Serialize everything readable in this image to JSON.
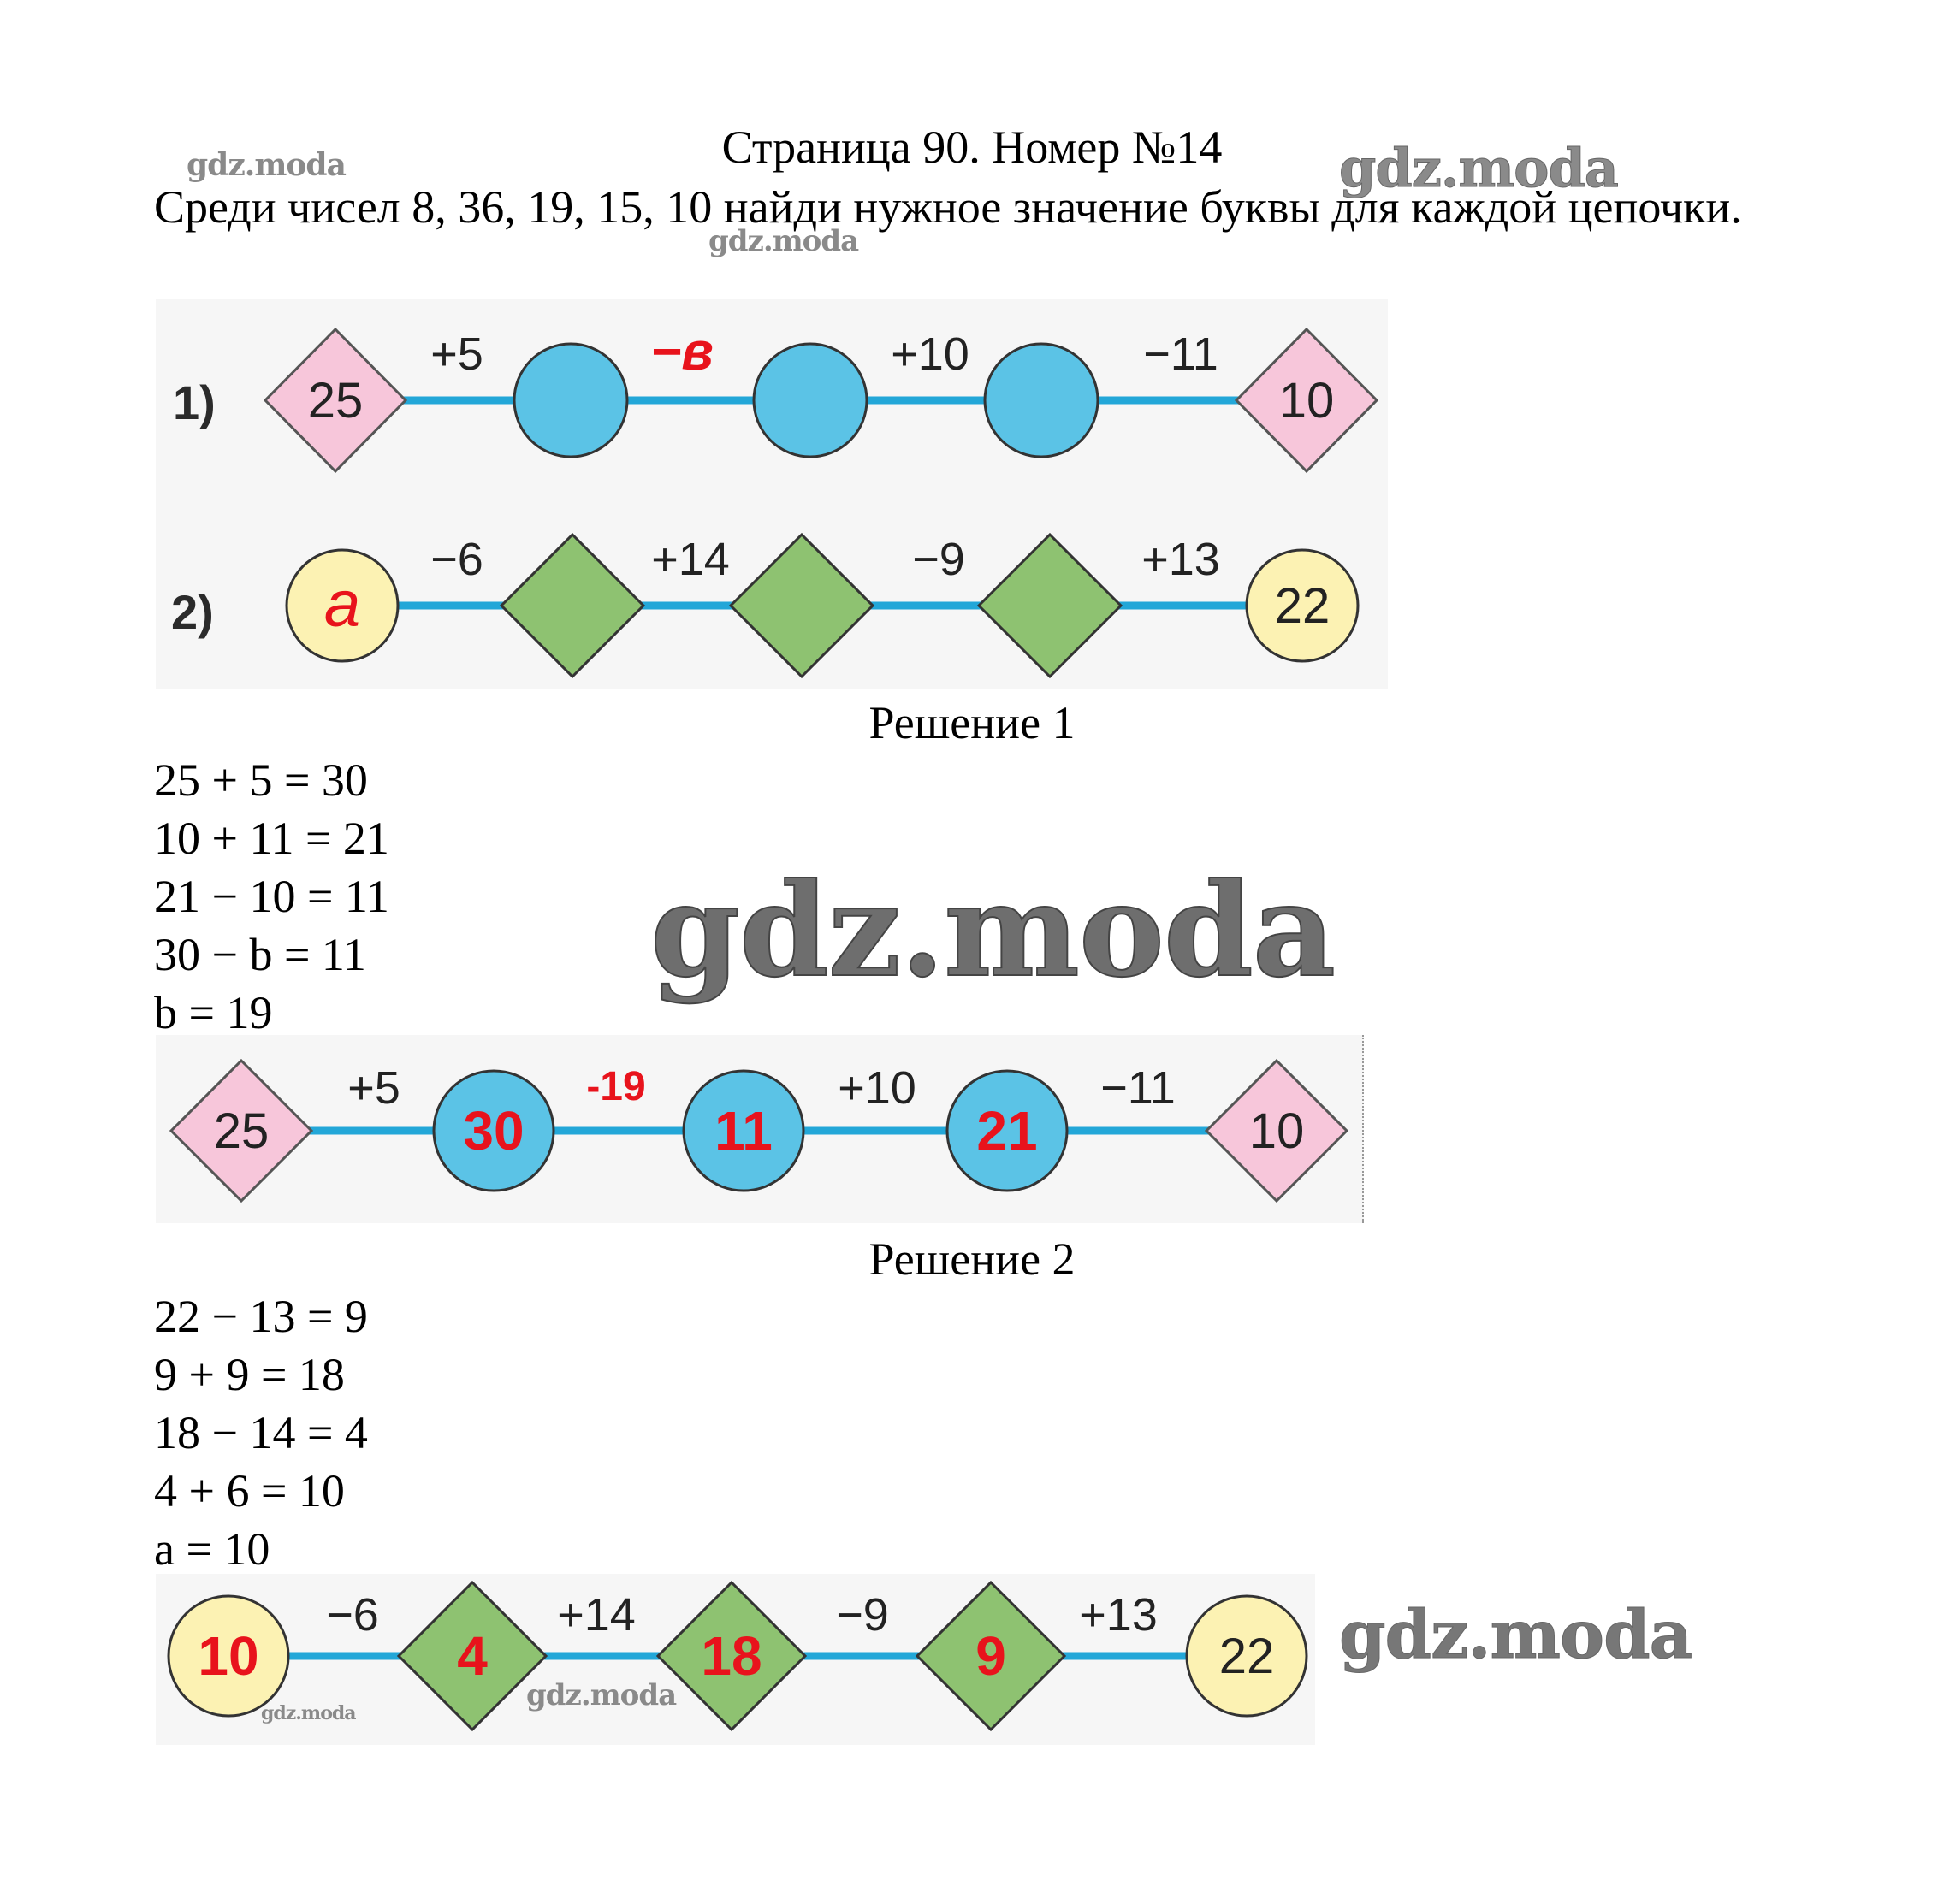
{
  "header": {
    "title": "Страница 90. Номер №14",
    "task": "Среди чисел 8, 36, 19, 15, 10 найди нужное значение буквы для каждой цепочки."
  },
  "colors": {
    "pink": "#f7c6da",
    "blue": "#5bc3e6",
    "green": "#8ec271",
    "cream": "#fcf2b3",
    "link": "#23a7d8",
    "red": "#e8131c"
  },
  "problem": {
    "chain1": {
      "label": "1)",
      "nodes": [
        "25",
        "",
        "",
        "",
        "10"
      ],
      "ops": [
        "+5",
        "−в",
        "+10",
        "−11"
      ]
    },
    "chain2": {
      "label": "2)",
      "nodes": [
        "a",
        "",
        "",
        "",
        "22"
      ],
      "ops": [
        "−6",
        "+14",
        "−9",
        "+13"
      ]
    }
  },
  "solution1": {
    "heading": "Решение 1",
    "lines": [
      "25 + 5 = 30",
      "10 + 11 = 21",
      "21 − 10 = 11",
      "30 − b = 11",
      "b = 19"
    ],
    "chain": {
      "nodes": [
        "25",
        "30",
        "11",
        "21",
        "10"
      ],
      "ops": [
        "+5",
        "-19",
        "+10",
        "−11"
      ]
    }
  },
  "solution2": {
    "heading": "Решение 2",
    "lines": [
      "22 − 13 = 9",
      "9 + 9 = 18",
      "18 − 14 = 4",
      "4 + 6 = 10",
      "a = 10"
    ],
    "chain": {
      "nodes": [
        "10",
        "4",
        "18",
        "9",
        "22"
      ],
      "ops": [
        "−6",
        "+14",
        "−9",
        "+13"
      ]
    }
  },
  "watermark": "gdz.moda"
}
